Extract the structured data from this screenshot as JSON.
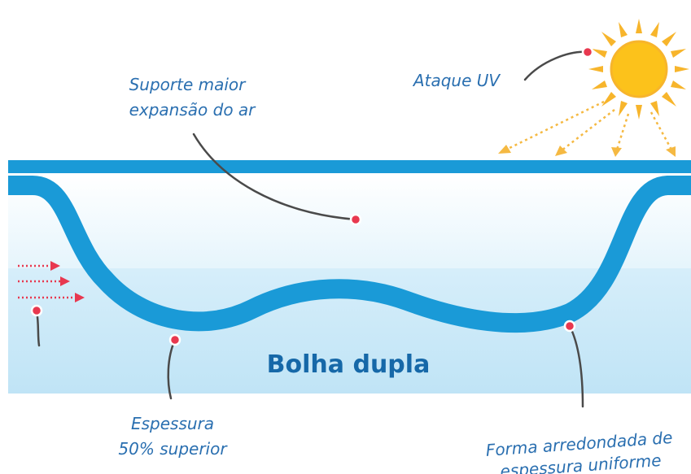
{
  "colors": {
    "pipe_blue": "#1a9ad7",
    "fill_top": "#ffffff",
    "fill_bottom": "#bfe3f6",
    "leader_line": "#4a4a4a",
    "dot": "#e8384f",
    "dot_ring": "#ffffff",
    "sun_core": "#fcc21b",
    "sun_ray": "#f7b52c",
    "uv_arrow": "#f5b942",
    "air_arrow": "#e8384f",
    "label_text": "#2a6fb0",
    "title_text": "#1668a8"
  },
  "icons": {
    "sun": "sun-icon",
    "uv_arrows": "uv-ray-arrows",
    "air_arrows": "airflow-arrows"
  },
  "labels": {
    "support_line1": "Suporte maior",
    "support_line2": "expansão do ar",
    "uv": "Ataque UV",
    "thickness_line1": "Espessura",
    "thickness_line2": "50% superior",
    "shape_line1": "Forma arredondada de",
    "shape_line2": "espessura uniforme",
    "title": "Bolha dupla"
  }
}
